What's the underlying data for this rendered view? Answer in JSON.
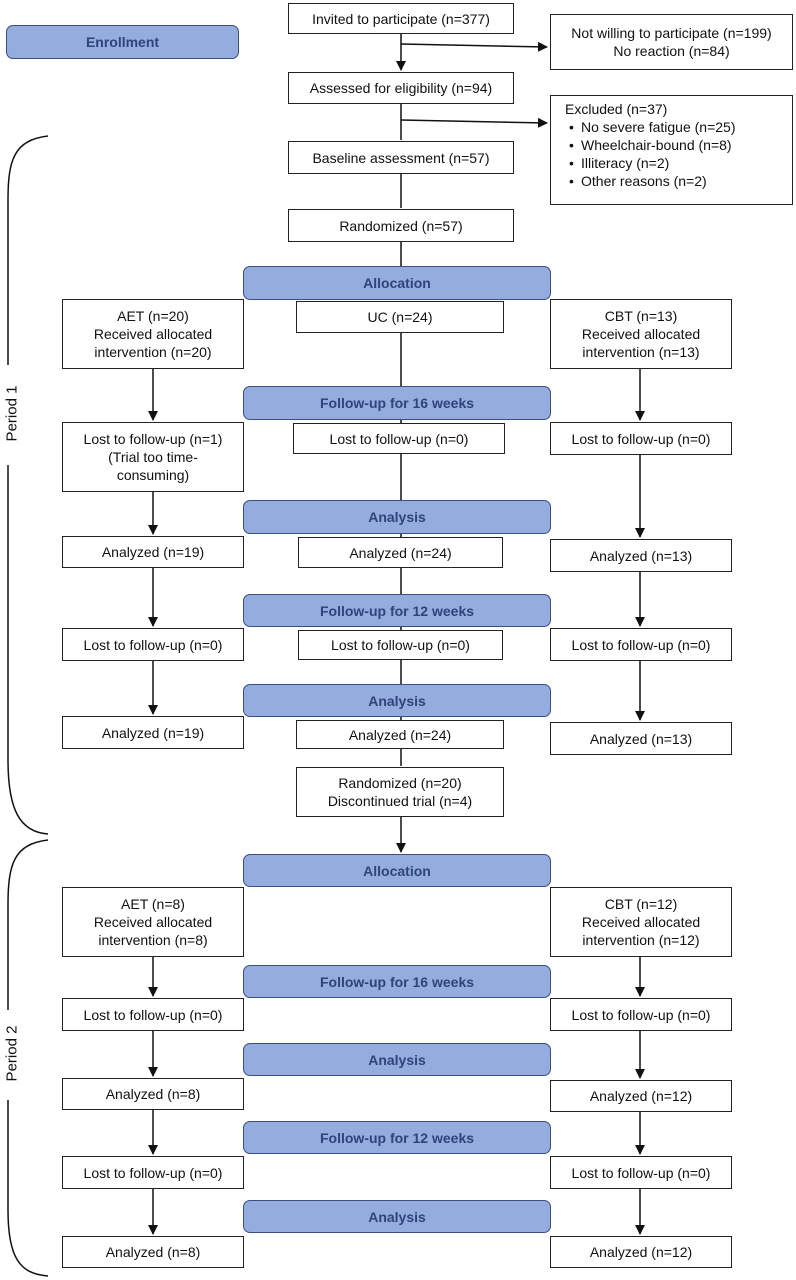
{
  "phases": {
    "enrollment": "Enrollment",
    "allocation": "Allocation",
    "followup16": "Follow-up for 16 weeks",
    "followup12": "Follow-up for 12 weeks",
    "analysis": "Analysis"
  },
  "periods": {
    "p1": "Period 1",
    "p2": "Period 2"
  },
  "top": {
    "invited": "Invited to participate (n=377)",
    "not_willing": [
      "Not willing to participate (n=199)",
      "No reaction (n=84)"
    ],
    "assessed": "Assessed for eligibility (n=94)",
    "excluded_title": "Excluded (n=37)",
    "excluded_items": [
      "No severe fatigue (n=25)",
      "Wheelchair-bound (n=8)",
      "Illiteracy (n=2)",
      "Other reasons (n=2)"
    ],
    "baseline": "Baseline assessment (n=57)",
    "randomized": "Randomized (n=57)"
  },
  "p1": {
    "aet": [
      "AET (n=20)",
      "Received allocated",
      "intervention (n=20)"
    ],
    "uc": "UC (n=24)",
    "cbt": [
      "CBT (n=13)",
      "Received allocated",
      "intervention (n=13)"
    ],
    "lost1_aet": [
      "Lost to follow-up (n=1)",
      "(Trial too time-",
      "consuming)"
    ],
    "lost1_uc": "Lost to follow-up (n=0)",
    "lost1_cbt": "Lost to follow-up (n=0)",
    "an1_aet": "Analyzed (n=19)",
    "an1_uc": "Analyzed (n=24)",
    "an1_cbt": "Analyzed (n=13)",
    "lost2_aet": "Lost to follow-up (n=0)",
    "lost2_uc": "Lost to follow-up (n=0)",
    "lost2_cbt": "Lost to follow-up (n=0)",
    "an2_aet": "Analyzed (n=19)",
    "an2_uc": "Analyzed (n=24)",
    "an2_cbt": "Analyzed (n=13)",
    "rand2": [
      "Randomized (n=20)",
      "Discontinued trial (n=4)"
    ]
  },
  "p2": {
    "aet": [
      "AET (n=8)",
      "Received allocated",
      "intervention (n=8)"
    ],
    "cbt": [
      "CBT (n=12)",
      "Received allocated",
      "intervention (n=12)"
    ],
    "lost1_aet": "Lost to follow-up (n=0)",
    "lost1_cbt": "Lost to follow-up (n=0)",
    "an1_aet": "Analyzed  (n=8)",
    "an1_cbt": "Analyzed  (n=12)",
    "lost2_aet": "Lost to follow-up (n=0)",
    "lost2_cbt": "Lost to follow-up (n=0)",
    "an2_aet": "Analyzed (n=8)",
    "an2_cbt": "Analyzed (n=12)"
  }
}
